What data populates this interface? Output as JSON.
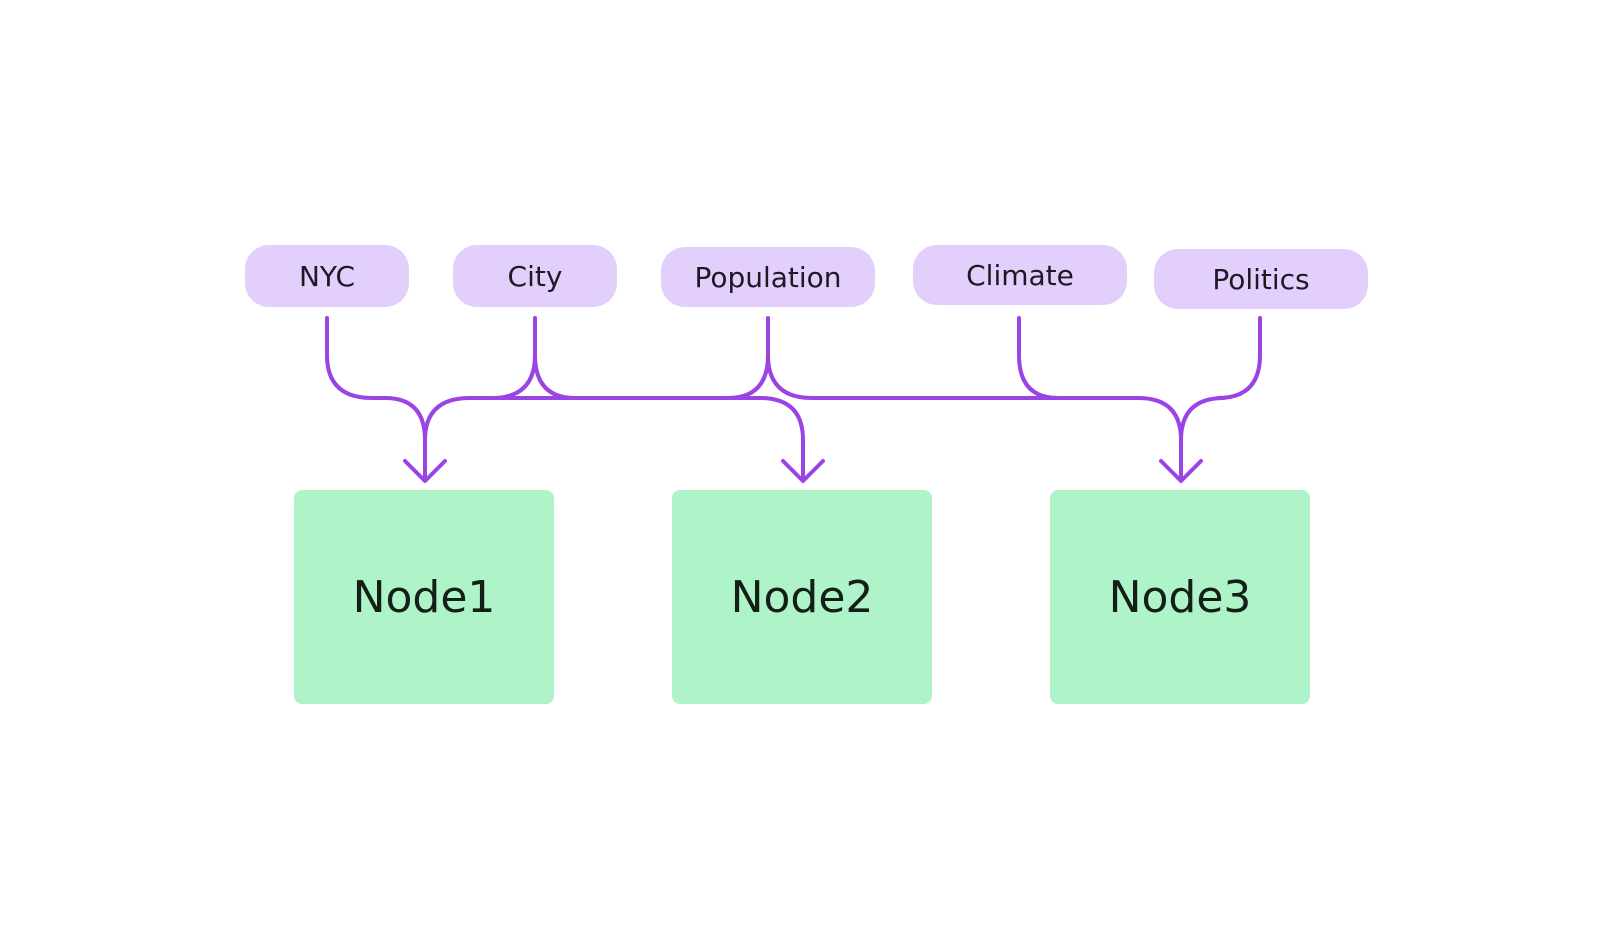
{
  "colors": {
    "tag_fill": "#e3cffb",
    "node_fill": "#aff3c8",
    "connector": "#9a44e6"
  },
  "tags": [
    {
      "id": "nyc",
      "label": "NYC"
    },
    {
      "id": "city",
      "label": "City"
    },
    {
      "id": "population",
      "label": "Population"
    },
    {
      "id": "climate",
      "label": "Climate"
    },
    {
      "id": "politics",
      "label": "Politics"
    }
  ],
  "nodes": [
    {
      "id": "node1",
      "label": "Node1"
    },
    {
      "id": "node2",
      "label": "Node2"
    },
    {
      "id": "node3",
      "label": "Node3"
    }
  ],
  "edges": [
    {
      "from": "nyc",
      "to": "node1"
    },
    {
      "from": "city",
      "to": "node1"
    },
    {
      "from": "city",
      "to": "node2"
    },
    {
      "from": "population",
      "to": "node1"
    },
    {
      "from": "population",
      "to": "node3"
    },
    {
      "from": "climate",
      "to": "node3"
    },
    {
      "from": "politics",
      "to": "node3"
    }
  ]
}
